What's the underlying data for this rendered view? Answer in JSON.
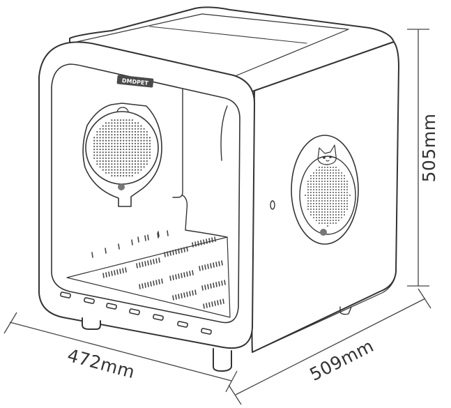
{
  "product": {
    "brand_logo": "DMDPET"
  },
  "dimensions": {
    "width": "472mm",
    "depth": "509mm",
    "height": "505mm"
  },
  "colors": {
    "line": "#333333",
    "panel": "#ffffff",
    "logo_bg": "#4a4a4a",
    "dimension_line": "#444444"
  },
  "icons": {
    "cat_face": "cat-face-icon",
    "side_knob": "knob-icon"
  }
}
